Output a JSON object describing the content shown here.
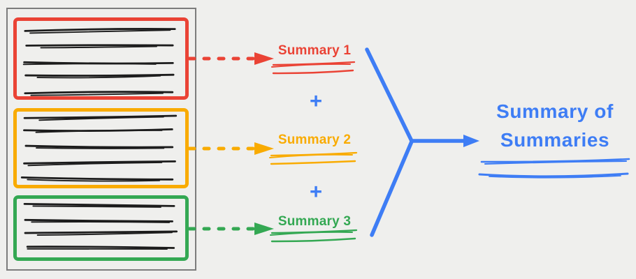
{
  "palette": {
    "background": "#efefed",
    "container_border": "#7c7c7c",
    "ink": "#1c1c1c",
    "red": "#ea4335",
    "orange": "#f9ab00",
    "green": "#34a853",
    "blue": "#3e7df5"
  },
  "document_chunks": [
    {
      "color_name": "red",
      "text_lines": 5
    },
    {
      "color_name": "orange",
      "text_lines": 5
    },
    {
      "color_name": "green",
      "text_lines": 4
    }
  ],
  "summaries": [
    {
      "label": "Summary 1",
      "color_name": "red"
    },
    {
      "label": "Summary 2",
      "color_name": "orange"
    },
    {
      "label": "Summary 3",
      "color_name": "green"
    }
  ],
  "plus_operator": "+",
  "result_label": "Summary of Summaries"
}
